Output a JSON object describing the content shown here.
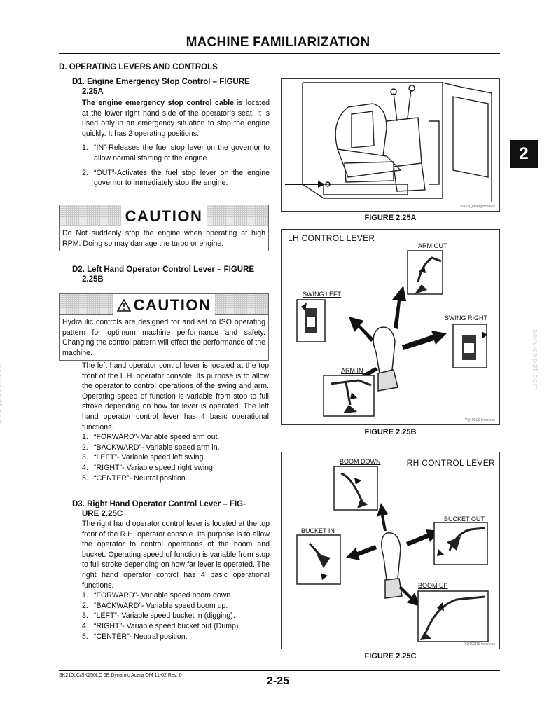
{
  "page_title": "MACHINE FAMILIARIZATION",
  "chapter_tab": "2",
  "section_heading": "D. OPERATING LEVERS AND CONTROLS",
  "d1": {
    "heading_line1": "D1. Engine Emergency Stop Control – FIGURE",
    "heading_line2": "2.25A",
    "lead_bold": "The engine emergency stop control cable",
    "lead_rest": " is located at the lower right hand side of the operator’s seat. It is used only in an emergency situation to stop the engine quickly. It has 2 operating positions.",
    "items": [
      {
        "num": "1.",
        "text": "“IN”-Releases the fuel stop lever on the governor to allow normal starting of the engine."
      },
      {
        "num": "2.",
        "text": "“OUT”-Activates the fuel stop lever on the engine governor to immediately stop the engine."
      }
    ]
  },
  "caution1": {
    "word": "CAUTION",
    "text": "Do Not suddenly stop the engine when operating at high RPM. Doing so may damage the turbo or engine."
  },
  "d2": {
    "heading_line1": "D2. Left Hand Operator Control Lever – FIGURE",
    "heading_line2": "2.25B",
    "paragraph": "The left hand operator control lever is located at the top front of the L.H. operator console. Its purpose is to allow the operator to control operations of the swing and arm. Operating speed of function is variable from stop to full stroke depending on how far lever is operated. The left hand operator control lever has 4 basic operational functions.",
    "items": [
      {
        "num": "1.",
        "text": "“FORWARD”- Variable speed arm out."
      },
      {
        "num": "2.",
        "text": "“BACKWARD”- Variable speed arm in."
      },
      {
        "num": "3.",
        "text": "“LEFT”- Variable speed left swing."
      },
      {
        "num": "4.",
        "text": "“RIGHT”- Variable speed right swing."
      },
      {
        "num": "5.",
        "text": "“CENTER”- Neutral position."
      }
    ]
  },
  "caution2": {
    "word": "CAUTION",
    "text": "Hydraulic controls are designed for and set to ISO operating pattern for optimum machine performance and safety. Changing the control pattern will effect the performance of the machine."
  },
  "d3": {
    "heading_line1": "D3. Right Hand Operator Control Lever – FIG-",
    "heading_line2": "URE 2.25C",
    "paragraph": "The right hand operator control lever is located at the top front of the R.H. operator console. Its purpose is to allow the operator to control operations of the boom and bucket. Operating speed of function is variable from stop to full stroke depending on how far lever is operated. The right hand operator control has 4 basic operational functions.",
    "items": [
      {
        "num": "1.",
        "text": "“FORWARD”- Variable speed boom down."
      },
      {
        "num": "2.",
        "text": "“BACKWARD”- Variable speed boom up."
      },
      {
        "num": "3.",
        "text": "“LEFT”- Variable speed bucket in (digging)."
      },
      {
        "num": "4.",
        "text": "“RIGHT”- Variable speed bucket out (Dump)."
      },
      {
        "num": "5.",
        "text": "“CENTER”- Neutral position."
      }
    ]
  },
  "figure_a": {
    "caption": "FIGURE 2.25A",
    "ref": "25K2B_emergstop.eps"
  },
  "figure_b": {
    "caption": "FIGURE 2.25B",
    "panel_title": "LH CONTROL LEVER",
    "labels": {
      "arm_out": "ARM OUT",
      "swing_left": "SWING LEFT",
      "swing_right": "SWING RIGHT",
      "arm_in": "ARM IN"
    },
    "ref": "YQ102LS lever.eps"
  },
  "figure_c": {
    "caption": "FIGURE 2.25C",
    "panel_title": "RH CONTROL LEVER",
    "labels": {
      "boom_down": "BOOM DOWN",
      "bucket_out": "BUCKET OUT",
      "bucket_in": "BUCKET IN",
      "boom_up": "BOOM UP"
    },
    "ref": "YQ102RS lever.eps"
  },
  "watermark": "servicepdf.com",
  "footer": {
    "left": "SK210LC/SK250LC 6E Dynamic Acera OM 11-02 Rev. 0",
    "page_number": "2-25"
  }
}
